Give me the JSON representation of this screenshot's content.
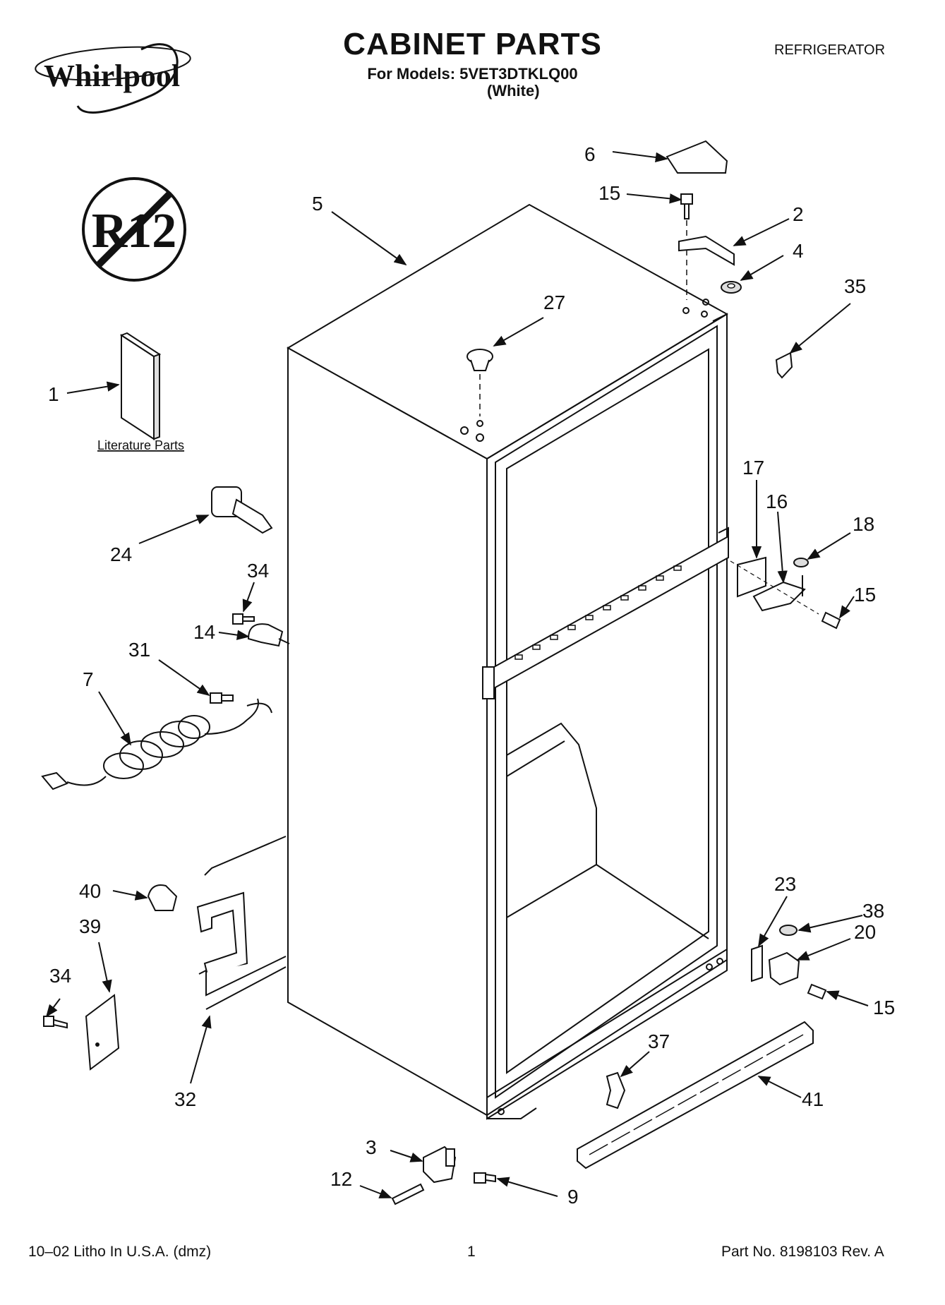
{
  "header": {
    "brand": "Whirlpool",
    "title": "CABINET PARTS",
    "models_line": "For Models: 5VET3DTKLQ00",
    "color": "(White)",
    "appliance": "REFRIGERATOR"
  },
  "badge": {
    "text": "R12",
    "meaning": "no-R12-symbol"
  },
  "literature_label": "Literature Parts",
  "callouts": {
    "c1": "1",
    "c2": "2",
    "c3": "3",
    "c4": "4",
    "c5": "5",
    "c6": "6",
    "c7": "7",
    "c9": "9",
    "c12": "12",
    "c14": "14",
    "c15a": "15",
    "c15b": "15",
    "c15c": "15",
    "c16": "16",
    "c17": "17",
    "c18": "18",
    "c20": "20",
    "c23": "23",
    "c24": "24",
    "c27": "27",
    "c31": "31",
    "c32": "32",
    "c34a": "34",
    "c34b": "34",
    "c35": "35",
    "c37": "37",
    "c38": "38",
    "c39": "39",
    "c40": "40",
    "c41": "41"
  },
  "footer": {
    "left": "10–02 Litho In U.S.A. (dmz)",
    "page": "1",
    "part_no": "Part No. 8198103 Rev. A"
  }
}
